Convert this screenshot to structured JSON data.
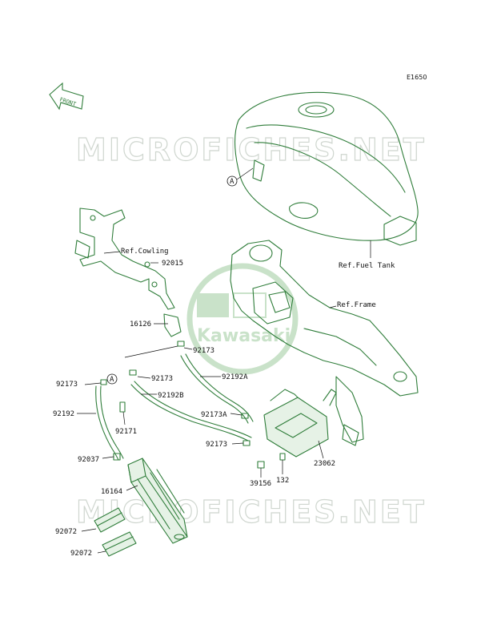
{
  "diagram_code": "E1650",
  "front_label": "FRONT",
  "watermark": "MICROFICHES.NET",
  "logo_text": "Kawasaki",
  "refs": {
    "fuel_tank": "Ref.Fuel Tank",
    "cowling": "Ref.Cowling",
    "frame": "Ref.Frame"
  },
  "callout_marker": "A",
  "part_numbers": {
    "p92015": "92015",
    "p16126": "16126",
    "p92173_top": "92173",
    "p92192A": "92192A",
    "p92173_mid": "92173",
    "p92173_left": "92173",
    "p92192B": "92192B",
    "p92192": "92192",
    "p92171": "92171",
    "p92173A": "92173A",
    "p92037": "92037",
    "p92173_low": "92173",
    "p16164": "16164",
    "p23062": "23062",
    "p39156": "39156",
    "p132": "132",
    "p92072_a": "92072",
    "p92072_b": "92072"
  }
}
